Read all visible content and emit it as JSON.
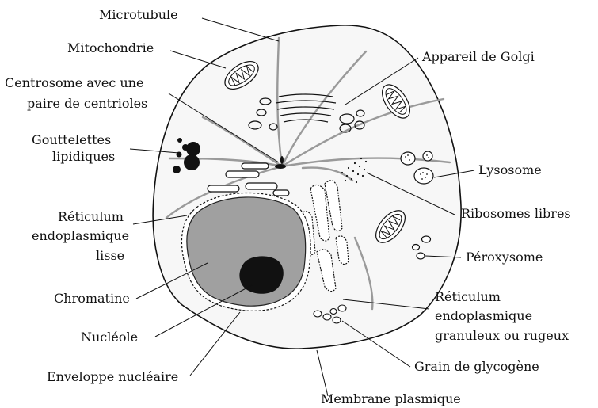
{
  "labels": {
    "microtubule": "Microtubule",
    "mitochondrie": "Mitochondrie",
    "centrosome_l1": "Centrosome avec une",
    "centrosome_l2": "paire de centrioles",
    "gouttelettes_l1": "Gouttelettes",
    "gouttelettes_l2": "lipidiques",
    "ret_lisse_l1": "Réticulum",
    "ret_lisse_l2": "endoplasmique",
    "ret_lisse_l3": "lisse",
    "chromatine": "Chromatine",
    "nucleole": "Nucléole",
    "enveloppe": "Enveloppe nucléaire",
    "membrane": "Membrane plasmique",
    "golgi": "Appareil de Golgi",
    "lysosome": "Lysosome",
    "ribosomes": "Ribosomes libres",
    "peroxysome": "Péroxysome",
    "ret_gran_l1": "Réticulum",
    "ret_gran_l2": "endoplasmique",
    "ret_gran_l3": "granuleux ou rugeux",
    "glycogene": "Grain de glycogène"
  }
}
